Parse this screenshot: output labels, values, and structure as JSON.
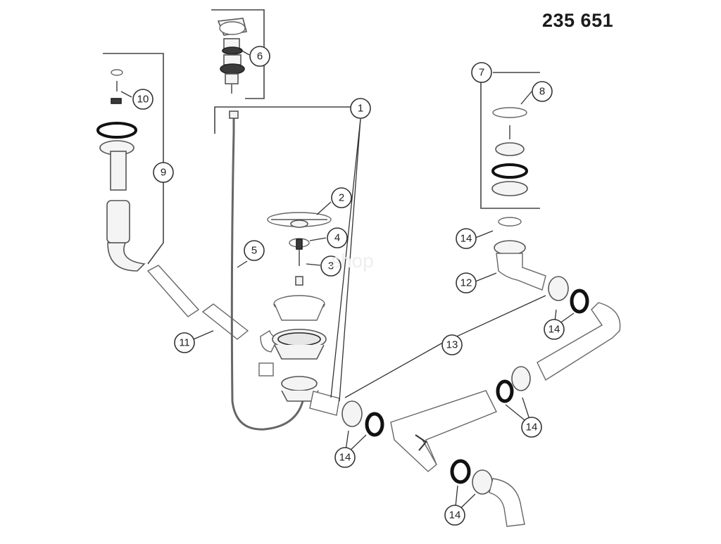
{
  "product_code": "235 651",
  "callouts": [
    {
      "id": "c1",
      "label": "1"
    },
    {
      "id": "c2",
      "label": "2"
    },
    {
      "id": "c3",
      "label": "3"
    },
    {
      "id": "c4",
      "label": "4"
    },
    {
      "id": "c5",
      "label": "5"
    },
    {
      "id": "c6",
      "label": "6"
    },
    {
      "id": "c7",
      "label": "7"
    },
    {
      "id": "c8",
      "label": "8"
    },
    {
      "id": "c9",
      "label": "9"
    },
    {
      "id": "c10",
      "label": "10"
    },
    {
      "id": "c11",
      "label": "11"
    },
    {
      "id": "c12",
      "label": "12"
    },
    {
      "id": "c13",
      "label": "13"
    },
    {
      "id": "c14a",
      "label": "14"
    },
    {
      "id": "c14b",
      "label": "14"
    },
    {
      "id": "c14c",
      "label": "14"
    },
    {
      "id": "c14d",
      "label": "14"
    },
    {
      "id": "c14e",
      "label": "14"
    }
  ],
  "watermark": "shop"
}
